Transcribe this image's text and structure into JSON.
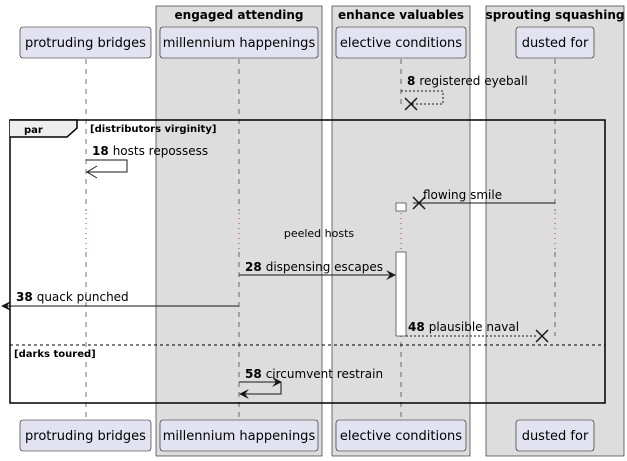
{
  "groups": [
    {
      "label": "engaged attending"
    },
    {
      "label": "enhance valuables"
    },
    {
      "label": "sprouting squashing"
    }
  ],
  "participants": [
    {
      "label": "protruding bridges"
    },
    {
      "label": "millennium happenings"
    },
    {
      "label": "elective conditions"
    },
    {
      "label": "dusted for"
    }
  ],
  "fragment": {
    "keyword": "par",
    "condition": "[distributors virginity]",
    "else_condition": "[darks toured]"
  },
  "messages": [
    {
      "num": "8",
      "text": "registered eyeball",
      "from": "elective conditions",
      "to": "self",
      "style": "dashed",
      "end": "destroy"
    },
    {
      "num": "18",
      "text": "hosts repossess",
      "from": "protruding bridges",
      "to": "self",
      "style": "solid",
      "end": "open-arrow"
    },
    {
      "num": "",
      "text": "flowing smile",
      "from": "dusted for",
      "to": "elective conditions",
      "style": "solid",
      "end": "destroy"
    },
    {
      "num": "28",
      "text": "dispensing escapes",
      "from": "millennium happenings",
      "to": "elective conditions",
      "style": "solid",
      "end": "filled-arrow"
    },
    {
      "num": "38",
      "text": "quack punched",
      "from": "millennium happenings",
      "to": "outside-left",
      "style": "solid",
      "end": "filled-arrow"
    },
    {
      "num": "48",
      "text": "plausible naval",
      "from": "elective conditions",
      "to": "dusted for",
      "style": "dashed",
      "end": "destroy"
    },
    {
      "num": "58",
      "text": "circumvent restrain",
      "from": "millennium happenings",
      "to": "self",
      "style": "solid",
      "end": "filled-arrow"
    }
  ],
  "delay": {
    "text": "peeled hosts"
  }
}
